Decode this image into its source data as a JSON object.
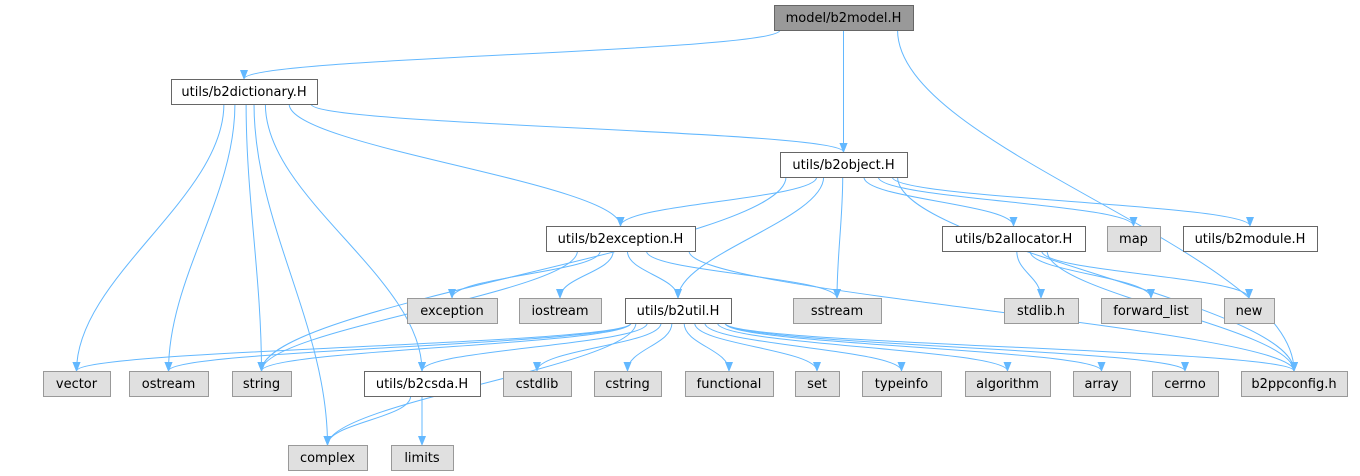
{
  "colors": {
    "edge": "#63b8ff",
    "root_fill": "#999999",
    "local_fill": "#ffffff",
    "system_fill": "#e0e0e0",
    "border": "#666666"
  },
  "nodes": [
    {
      "id": "b2model",
      "label": "model/b2model.H",
      "kind": "root"
    },
    {
      "id": "b2dictionary",
      "label": "utils/b2dictionary.H",
      "kind": "local"
    },
    {
      "id": "b2object",
      "label": "utils/b2object.H",
      "kind": "local"
    },
    {
      "id": "b2exception",
      "label": "utils/b2exception.H",
      "kind": "local"
    },
    {
      "id": "b2allocator",
      "label": "utils/b2allocator.H",
      "kind": "local"
    },
    {
      "id": "map",
      "label": "map",
      "kind": "system"
    },
    {
      "id": "b2module",
      "label": "utils/b2module.H",
      "kind": "local"
    },
    {
      "id": "exception",
      "label": "exception",
      "kind": "system"
    },
    {
      "id": "iostream",
      "label": "iostream",
      "kind": "system"
    },
    {
      "id": "b2util",
      "label": "utils/b2util.H",
      "kind": "local"
    },
    {
      "id": "sstream",
      "label": "sstream",
      "kind": "system"
    },
    {
      "id": "stdlib",
      "label": "stdlib.h",
      "kind": "system"
    },
    {
      "id": "forward_list",
      "label": "forward_list",
      "kind": "system"
    },
    {
      "id": "new",
      "label": "new",
      "kind": "system"
    },
    {
      "id": "vector",
      "label": "vector",
      "kind": "system"
    },
    {
      "id": "ostream",
      "label": "ostream",
      "kind": "system"
    },
    {
      "id": "string",
      "label": "string",
      "kind": "system"
    },
    {
      "id": "b2csda",
      "label": "utils/b2csda.H",
      "kind": "local"
    },
    {
      "id": "cstdlib",
      "label": "cstdlib",
      "kind": "system"
    },
    {
      "id": "cstring",
      "label": "cstring",
      "kind": "system"
    },
    {
      "id": "functional",
      "label": "functional",
      "kind": "system"
    },
    {
      "id": "set",
      "label": "set",
      "kind": "system"
    },
    {
      "id": "typeinfo",
      "label": "typeinfo",
      "kind": "system"
    },
    {
      "id": "algorithm",
      "label": "algorithm",
      "kind": "system"
    },
    {
      "id": "array",
      "label": "array",
      "kind": "system"
    },
    {
      "id": "cerrno",
      "label": "cerrno",
      "kind": "system"
    },
    {
      "id": "b2ppconfig",
      "label": "b2ppconfig.h",
      "kind": "system"
    },
    {
      "id": "complex",
      "label": "complex",
      "kind": "system"
    },
    {
      "id": "limits",
      "label": "limits",
      "kind": "system"
    }
  ],
  "edges": [
    [
      "b2model",
      "b2dictionary"
    ],
    [
      "b2model",
      "b2object"
    ],
    [
      "b2model",
      "b2ppconfig"
    ],
    [
      "b2dictionary",
      "b2object"
    ],
    [
      "b2dictionary",
      "b2exception"
    ],
    [
      "b2dictionary",
      "complex"
    ],
    [
      "b2dictionary",
      "vector"
    ],
    [
      "b2dictionary",
      "ostream"
    ],
    [
      "b2dictionary",
      "string"
    ],
    [
      "b2dictionary",
      "b2csda"
    ],
    [
      "b2object",
      "b2exception"
    ],
    [
      "b2object",
      "b2allocator"
    ],
    [
      "b2object",
      "map"
    ],
    [
      "b2object",
      "b2module"
    ],
    [
      "b2object",
      "string"
    ],
    [
      "b2object",
      "b2util"
    ],
    [
      "b2object",
      "sstream"
    ],
    [
      "b2object",
      "b2ppconfig"
    ],
    [
      "b2exception",
      "exception"
    ],
    [
      "b2exception",
      "iostream"
    ],
    [
      "b2exception",
      "b2util"
    ],
    [
      "b2exception",
      "sstream"
    ],
    [
      "b2exception",
      "string"
    ],
    [
      "b2exception",
      "b2ppconfig"
    ],
    [
      "b2allocator",
      "stdlib"
    ],
    [
      "b2allocator",
      "forward_list"
    ],
    [
      "b2allocator",
      "new"
    ],
    [
      "b2allocator",
      "b2ppconfig"
    ],
    [
      "b2util",
      "vector"
    ],
    [
      "b2util",
      "ostream"
    ],
    [
      "b2util",
      "string"
    ],
    [
      "b2util",
      "b2csda"
    ],
    [
      "b2util",
      "cstdlib"
    ],
    [
      "b2util",
      "cstring"
    ],
    [
      "b2util",
      "functional"
    ],
    [
      "b2util",
      "set"
    ],
    [
      "b2util",
      "typeinfo"
    ],
    [
      "b2util",
      "algorithm"
    ],
    [
      "b2util",
      "array"
    ],
    [
      "b2util",
      "cerrno"
    ],
    [
      "b2util",
      "b2ppconfig"
    ],
    [
      "b2util",
      "complex"
    ],
    [
      "b2csda",
      "complex"
    ],
    [
      "b2csda",
      "limits"
    ]
  ]
}
